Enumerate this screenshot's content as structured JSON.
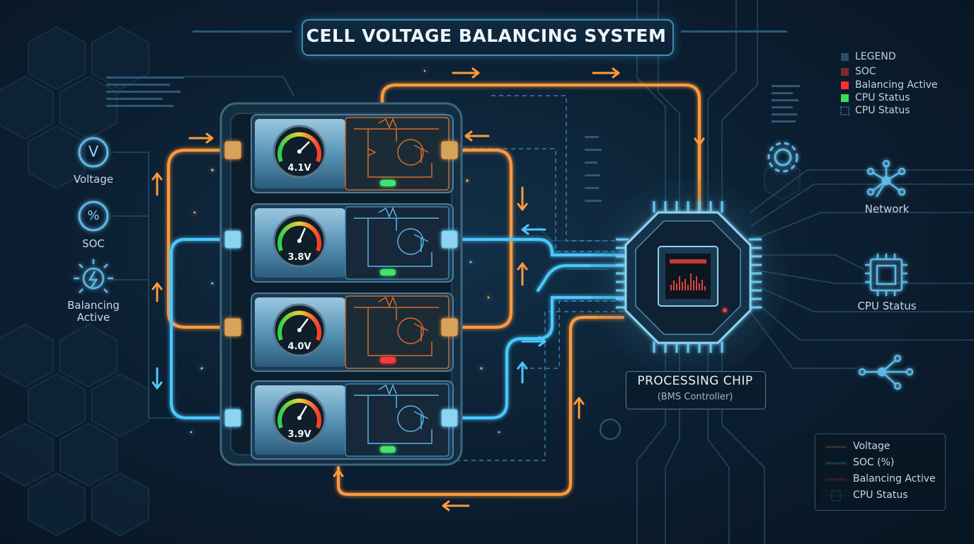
{
  "title": "CELL VOLTAGE BALANCING SYSTEM",
  "left_icons": [
    {
      "glyph": "V",
      "label": "Voltage"
    },
    {
      "glyph": "%",
      "label": "SOC"
    },
    {
      "label_line1": "Balancing",
      "label_line2": "Active"
    }
  ],
  "cells": [
    {
      "voltage": "4.1V",
      "led": "#44e36a"
    },
    {
      "voltage": "3.8V",
      "led": "#44e36a"
    },
    {
      "voltage": "4.0V",
      "led": "#ff3838"
    },
    {
      "voltage": "3.9V",
      "led": "#44e36a"
    }
  ],
  "legend_top": {
    "heading": "LEGEND",
    "items": [
      {
        "label": "SOC",
        "color": "#7a2a2a"
      },
      {
        "label": "Balancing Active",
        "color": "#ff2e2e"
      },
      {
        "label": "CPU Status",
        "color": "#33e05a"
      },
      {
        "label": "CPU Status",
        "color": "#3c7fa8"
      }
    ]
  },
  "right_icons": [
    {
      "label": "Network"
    },
    {
      "label": "CPU Status"
    }
  ],
  "chip": {
    "title": "PROCESSING CHIP",
    "subtitle": "(BMS Controller)"
  },
  "legend_bottom": [
    {
      "label": "Voltage",
      "color": "#ff9a3c"
    },
    {
      "label": "SOC (%)",
      "color": "#4cc8ff"
    },
    {
      "label": "Balancing Active",
      "color": "#ff2e2e"
    },
    {
      "label": "CPU Status",
      "color": "#4c9fd4"
    }
  ],
  "colors": {
    "orange": "#ff9a3c",
    "blue": "#4cc8ff",
    "bg": "#0c2033"
  }
}
